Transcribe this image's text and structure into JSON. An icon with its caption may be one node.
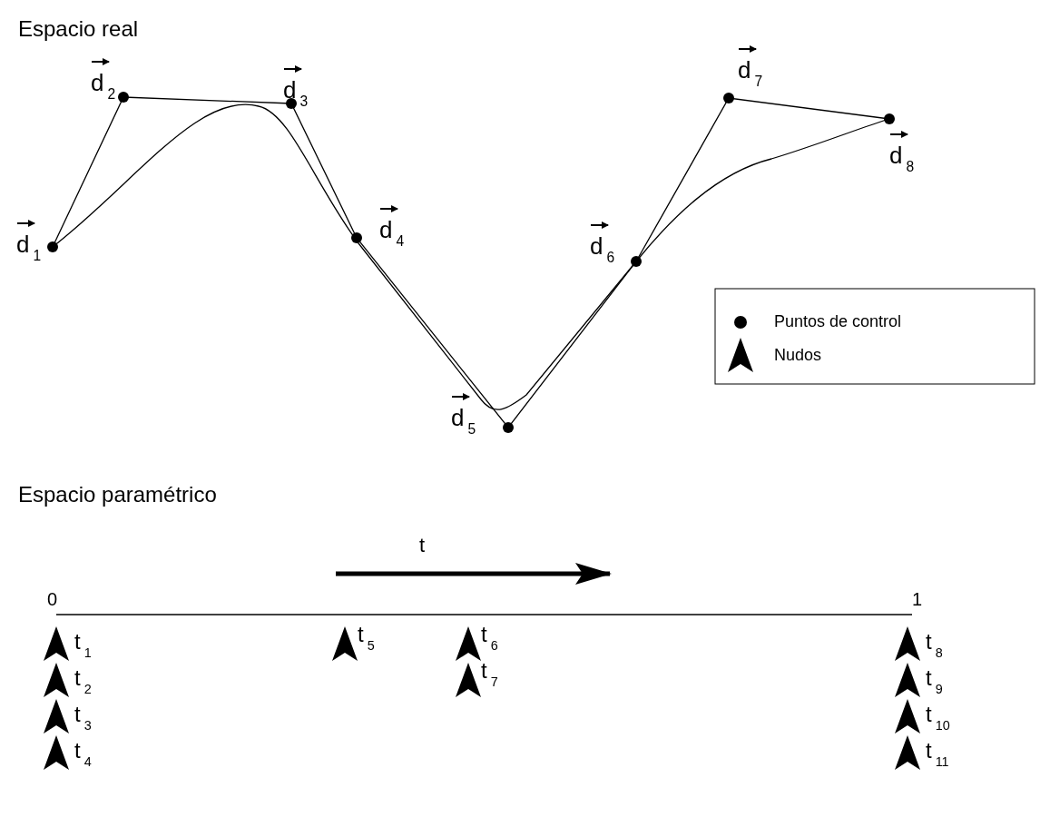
{
  "diagram": {
    "labels": [
      "Espacio real",
      "d$_{1}$",
      "d$_{2}$",
      "d$_{3}$",
      "d$_{4}$",
      "d$_{5}$",
      "d$_{6}$",
      "d$_{7}$",
      "d$_{8}$",
      "Espacio paramétrico",
      "t",
      "0",
      "1",
      "t$_{1}$",
      "t$_{2}$",
      "t$_{3}$",
      "t$_{4}$",
      "t$_{5}$",
      "t$_{6}$",
      "t$_{7}$",
      "t$_{8}$",
      "t$_{9}$",
      "t$_{10}$",
      "t$_{11}$"
    ],
    "legend": [
      {
        "text": "Puntos de control"
      },
      {
        "text": "Nudos"
      }
    ]
  }
}
